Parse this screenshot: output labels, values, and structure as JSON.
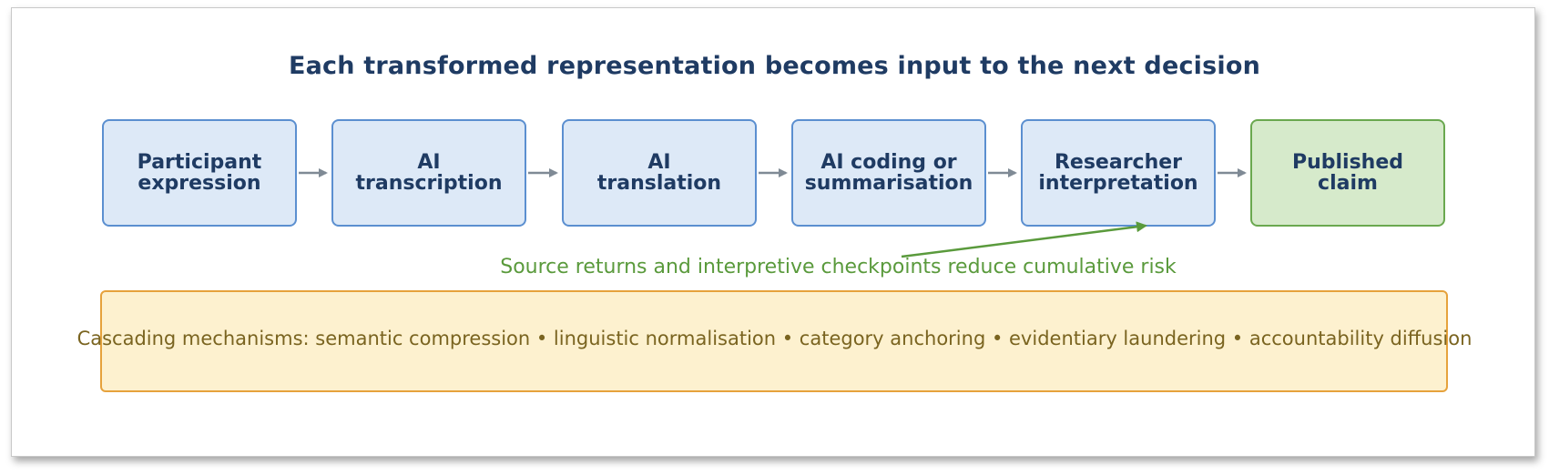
{
  "title": "Each transformed representation becomes input to the next decision",
  "stages": [
    {
      "label": "Participant\nexpression"
    },
    {
      "label": "AI\ntranscription"
    },
    {
      "label": "AI\ntranslation"
    },
    {
      "label": "AI coding or\nsummarisation"
    },
    {
      "label": "Researcher\ninterpretation"
    },
    {
      "label": "Published\nclaim"
    }
  ],
  "checkpoint_note": "Source returns and interpretive checkpoints reduce cumulative risk",
  "mechanisms_text": "Cascading mechanisms: semantic compression  •  linguistic normalisation  •  category anchoring  •  evidentiary laundering  •  accountability diffusion",
  "colors": {
    "title": "#1f3b63",
    "stage_fill": "#dde9f7",
    "stage_border": "#5b8fd0",
    "final_fill": "#d6eacb",
    "final_border": "#6aa84f",
    "arrow": "#7f8a95",
    "checkpoint": "#5a9a3c",
    "mechanism_fill": "#fdf1cf",
    "mechanism_border": "#e6a23c",
    "mechanism_text": "#7a6420"
  }
}
